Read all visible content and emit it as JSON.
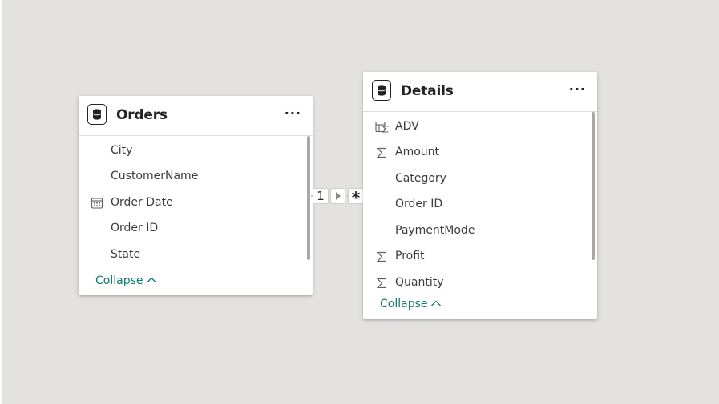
{
  "tables": [
    {
      "name": "Orders",
      "fields": [
        {
          "label": "City",
          "icon": "none"
        },
        {
          "label": "CustomerName",
          "icon": "none"
        },
        {
          "label": "Order Date",
          "icon": "calendar-icon"
        },
        {
          "label": "Order ID",
          "icon": "none"
        },
        {
          "label": "State",
          "icon": "none"
        }
      ],
      "collapse_label": "Collapse"
    },
    {
      "name": "Details",
      "fields": [
        {
          "label": "ADV",
          "icon": "calculated-table-icon"
        },
        {
          "label": "Amount",
          "icon": "sigma-icon"
        },
        {
          "label": "Category",
          "icon": "none"
        },
        {
          "label": "Order ID",
          "icon": "none"
        },
        {
          "label": "PaymentMode",
          "icon": "none"
        },
        {
          "label": "Profit",
          "icon": "sigma-icon"
        },
        {
          "label": "Quantity",
          "icon": "sigma-icon"
        }
      ],
      "collapse_label": "Collapse"
    }
  ],
  "relationship": {
    "from_cardinality": "1",
    "to_cardinality": "*",
    "direction": "single"
  },
  "colors": {
    "canvas": "#e3e2e1",
    "card": "#ffffff",
    "text": "#252423",
    "link": "#0e7a6b"
  }
}
